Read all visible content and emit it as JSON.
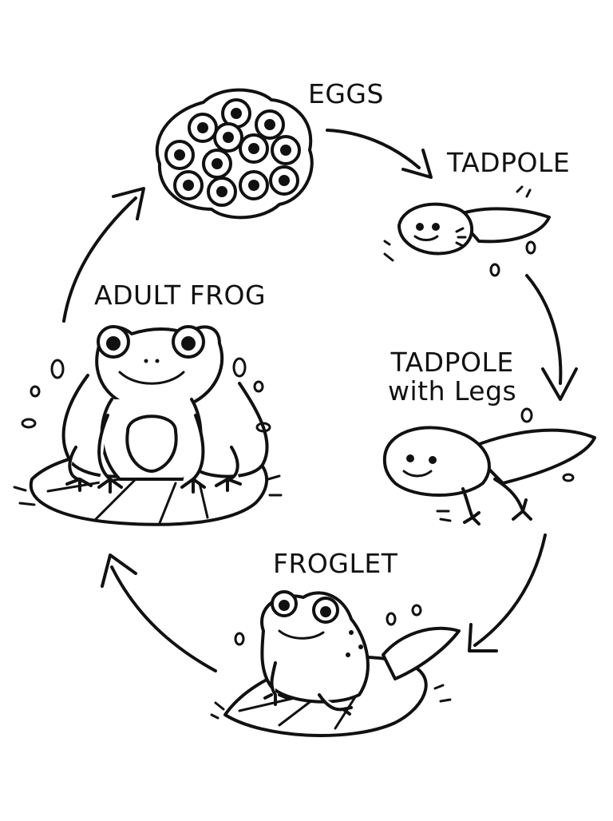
{
  "diagram": {
    "stages": [
      {
        "id": "eggs",
        "label": "EGGS"
      },
      {
        "id": "tadpole",
        "label": "TADPOLE"
      },
      {
        "id": "tadpole-legs",
        "label_line1": "TADPOLE",
        "label_line2": "with Legs"
      },
      {
        "id": "froglet",
        "label": "FROGLET"
      },
      {
        "id": "adult",
        "label": "ADULT FROG"
      }
    ],
    "colors": {
      "ink": "#111111",
      "background": "#ffffff"
    }
  }
}
